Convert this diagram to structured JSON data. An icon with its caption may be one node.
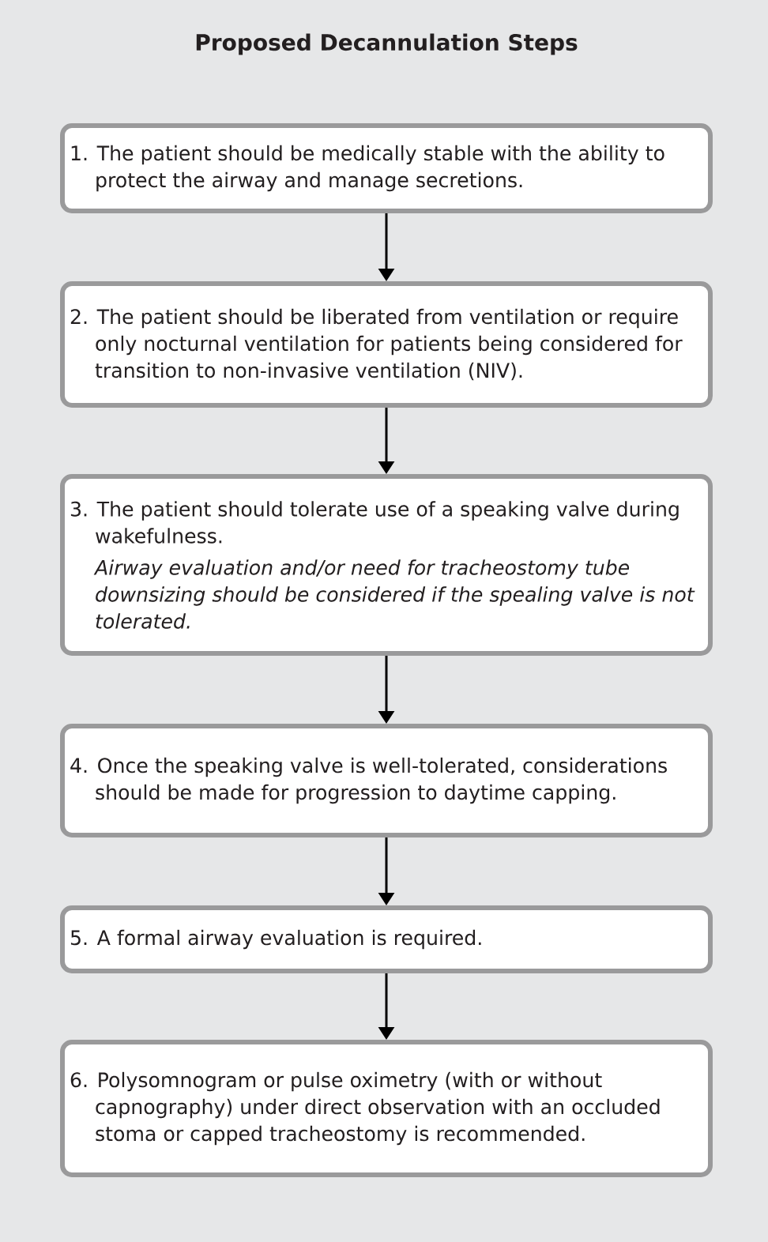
{
  "diagram": {
    "title": "Proposed Decannulation Steps",
    "nodes": [
      {
        "text": [
          "1. The patient should be medically stable with the ability to protect the airway and manage secretions."
        ]
      },
      {
        "text": [
          "2. The patient should be liberated from ventilation or require only nocturnal ventilation for patients being considered for transition to non-invasive ventilation (NIV)."
        ]
      },
      {
        "text": [
          "3. The patient should tolerate use of a speaking valve during wakefulness.",
          "Airway evaluation and/or need for tracheostomy tube downsizing should be considered if the spealing valve is not tolerated."
        ]
      },
      {
        "text": [
          "4. Once the speaking valve is well-tolerated, considerations should be made for progression to daytime capping."
        ]
      },
      {
        "text": [
          "5. A formal airway evaluation is required."
        ]
      },
      {
        "text": [
          "6. Polysomnogram or pulse oximetry (with or without capnography) under direct observation with an occluded stoma or capped tracheostomy is recommended."
        ]
      }
    ],
    "edges": [
      {
        "from": 0,
        "to": 1,
        "arrow": "to"
      },
      {
        "from": 1,
        "to": 2,
        "arrow": "to"
      },
      {
        "from": 2,
        "to": 3,
        "arrow": "to"
      },
      {
        "from": 3,
        "to": 4,
        "arrow": "to"
      },
      {
        "from": 4,
        "to": 5,
        "arrow": "to"
      }
    ]
  }
}
